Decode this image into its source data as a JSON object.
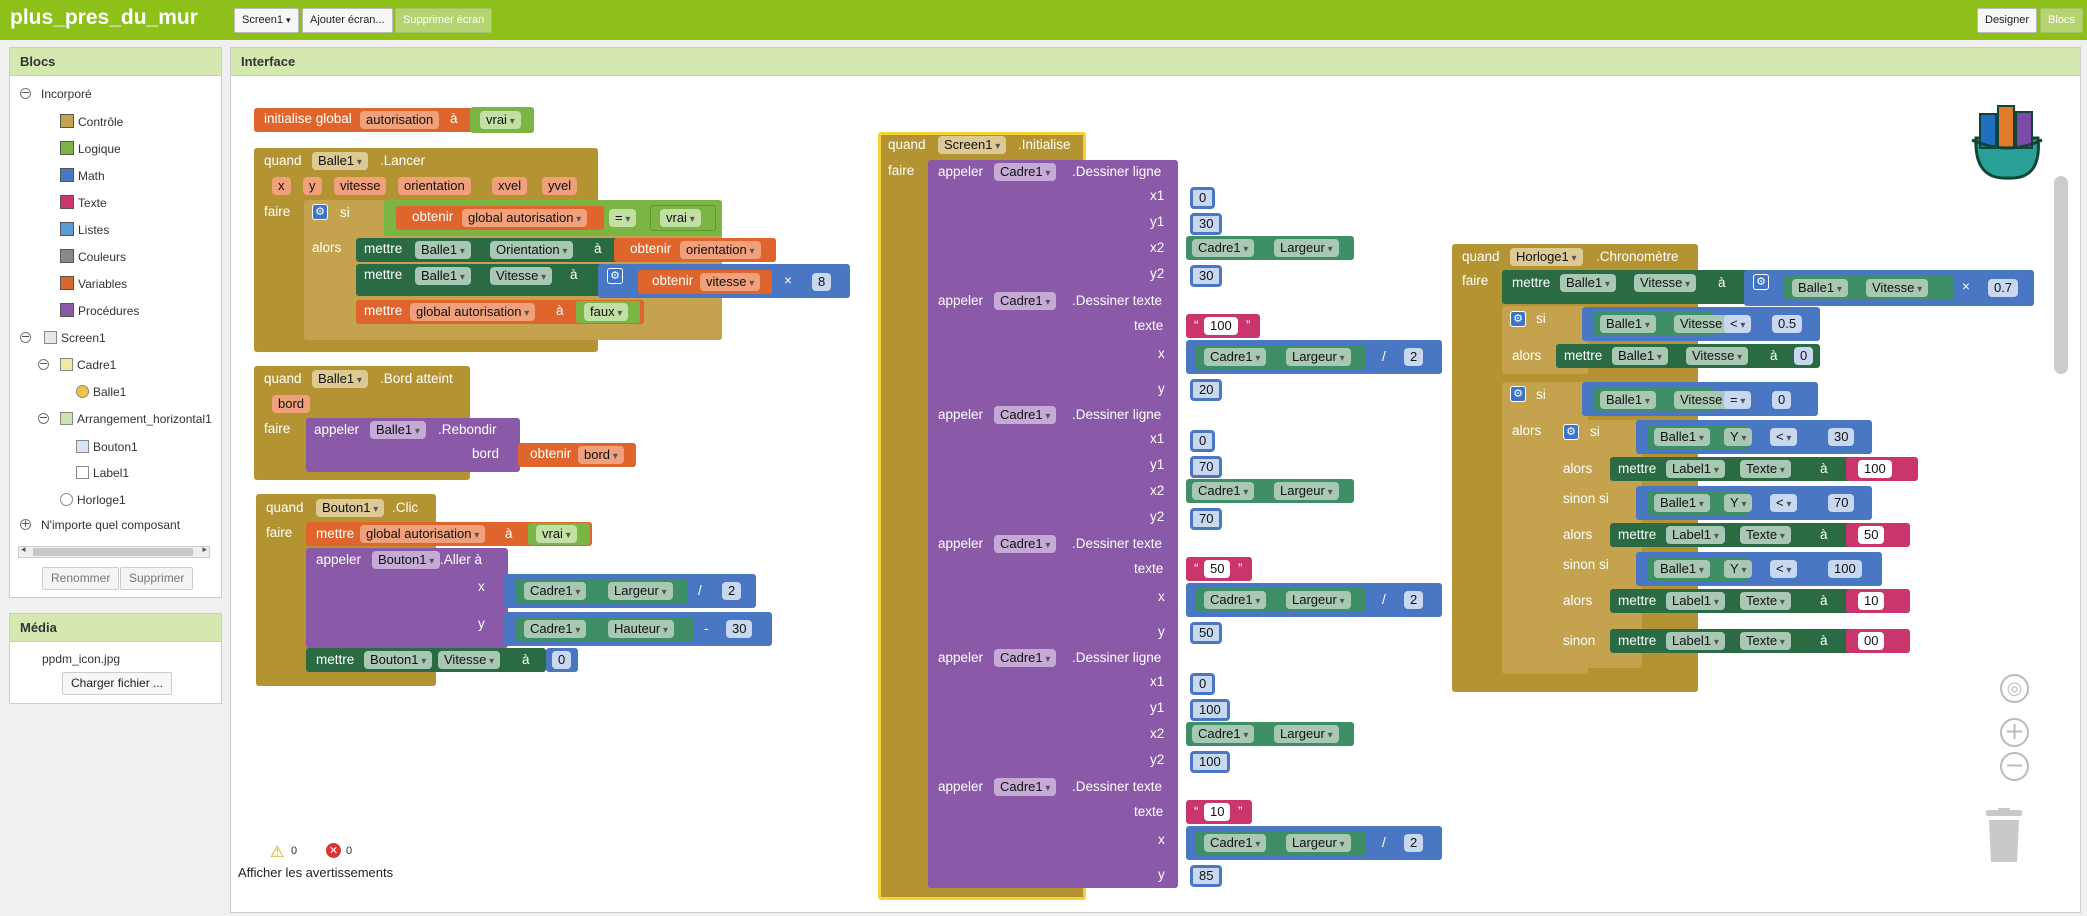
{
  "header": {
    "app_title": "plus_pres_du_mur",
    "screen_select": "Screen1",
    "add_screen": "Ajouter écran...",
    "delete_screen": "Supprimer écran",
    "designer": "Designer",
    "blocs": "Blocs"
  },
  "blocks_panel": {
    "title": "Blocs",
    "builtin": "Incorporé",
    "items": [
      "Contrôle",
      "Logique",
      "Math",
      "Texte",
      "Listes",
      "Couleurs",
      "Variables",
      "Procédures"
    ],
    "colors": [
      "#c4a24e",
      "#7bb544",
      "#4a77c4",
      "#c9356c",
      "#5a9bd3",
      "#888888",
      "#e0652c",
      "#8a5aa8"
    ],
    "screen": "Screen1",
    "cadre": "Cadre1",
    "balle": "Balle1",
    "arrangement": "Arrangement_horizontal1",
    "bouton": "Bouton1",
    "label": "Label1",
    "horloge": "Horloge1",
    "any_component": "N'importe quel composant",
    "rename": "Renommer",
    "delete": "Supprimer"
  },
  "media_panel": {
    "title": "Média",
    "file": "ppdm_icon.jpg",
    "upload": "Charger fichier ..."
  },
  "workspace": {
    "title": "Interface",
    "warnings_count": "0",
    "errors_count": "0",
    "show_warnings": "Afficher les avertissements"
  },
  "blocks": {
    "init_global": {
      "label": "initialise global",
      "name": "autorisation",
      "to": "à",
      "value": "vrai"
    },
    "lancer": {
      "when": "quand",
      "comp": "Balle1",
      "event": ".Lancer",
      "params": [
        "x",
        "y",
        "vitesse",
        "orientation",
        "xvel",
        "yvel"
      ],
      "do": "faire",
      "if": "si",
      "get": "obtenir",
      "var": "global autorisation",
      "eq": "=",
      "true": "vrai",
      "then": "alors",
      "set": "mettre",
      "orientation_prop": "Orientation",
      "to": "à",
      "get_orientation": "orientation",
      "speed_prop": "Vitesse",
      "get_speed": "vitesse",
      "times": "×",
      "factor": "8",
      "false": "faux"
    },
    "bord": {
      "when": "quand",
      "comp": "Balle1",
      "event": ".Bord atteint",
      "param": "bord",
      "do": "faire",
      "call": "appeler",
      "method": ".Rebondir",
      "arg": "bord",
      "get": "obtenir",
      "get_arg": "bord"
    },
    "clic": {
      "when": "quand",
      "comp": "Bouton1",
      "event": ".Clic",
      "do": "faire",
      "set": "mettre",
      "var": "global autorisation",
      "to": "à",
      "true": "vrai",
      "call": "appeler",
      "method": ".Aller à",
      "x": "x",
      "y": "y",
      "cadre": "Cadre1",
      "largeur": "Largeur",
      "hauteur": "Hauteur",
      "div": "/",
      "minus": "-",
      "n2": "2",
      "n30": "30",
      "speed_prop": "Vitesse",
      "zero": "0"
    },
    "init_screen": {
      "when": "quand",
      "comp": "Screen1",
      "event": ".Initialise",
      "do": "faire",
      "call": "appeler",
      "cadre": "Cadre1",
      "draw_line": ".Dessiner ligne",
      "draw_text": ".Dessiner texte",
      "texte": "texte",
      "x": "x",
      "y": "y",
      "x1": "x1",
      "y1": "y1",
      "x2": "x2",
      "y2": "y2",
      "largeur": "Largeur",
      "div": "/",
      "two": "2",
      "line1": {
        "x1": "0",
        "y1": "30",
        "y2": "30"
      },
      "text1": {
        "texte": "100",
        "y": "20"
      },
      "line2": {
        "x1": "0",
        "y1": "70",
        "y2": "70"
      },
      "text2": {
        "texte": "50",
        "y": "50"
      },
      "line3": {
        "x1": "0",
        "y1": "100",
        "y2": "100"
      },
      "text3": {
        "texte": "10",
        "y": "85"
      }
    },
    "horloge": {
      "when": "quand",
      "comp": "Horloge1",
      "event": ".Chronomètre",
      "do": "faire",
      "set": "mettre",
      "balle": "Balle1",
      "speed": "Vitesse",
      "to": "à",
      "times": "×",
      "factor": "0.7",
      "if": "si",
      "then": "alors",
      "lt": "<",
      "eq": "=",
      "half": "0.5",
      "zero": "0",
      "label": "Label1",
      "texte": "Texte",
      "y_prop": "Y",
      "elseif": "sinon si",
      "else": "sinon",
      "v30": "30",
      "v70": "70",
      "v100": "100",
      "t100": "100",
      "t50": "50",
      "t10": "10",
      "t00": "00"
    }
  }
}
